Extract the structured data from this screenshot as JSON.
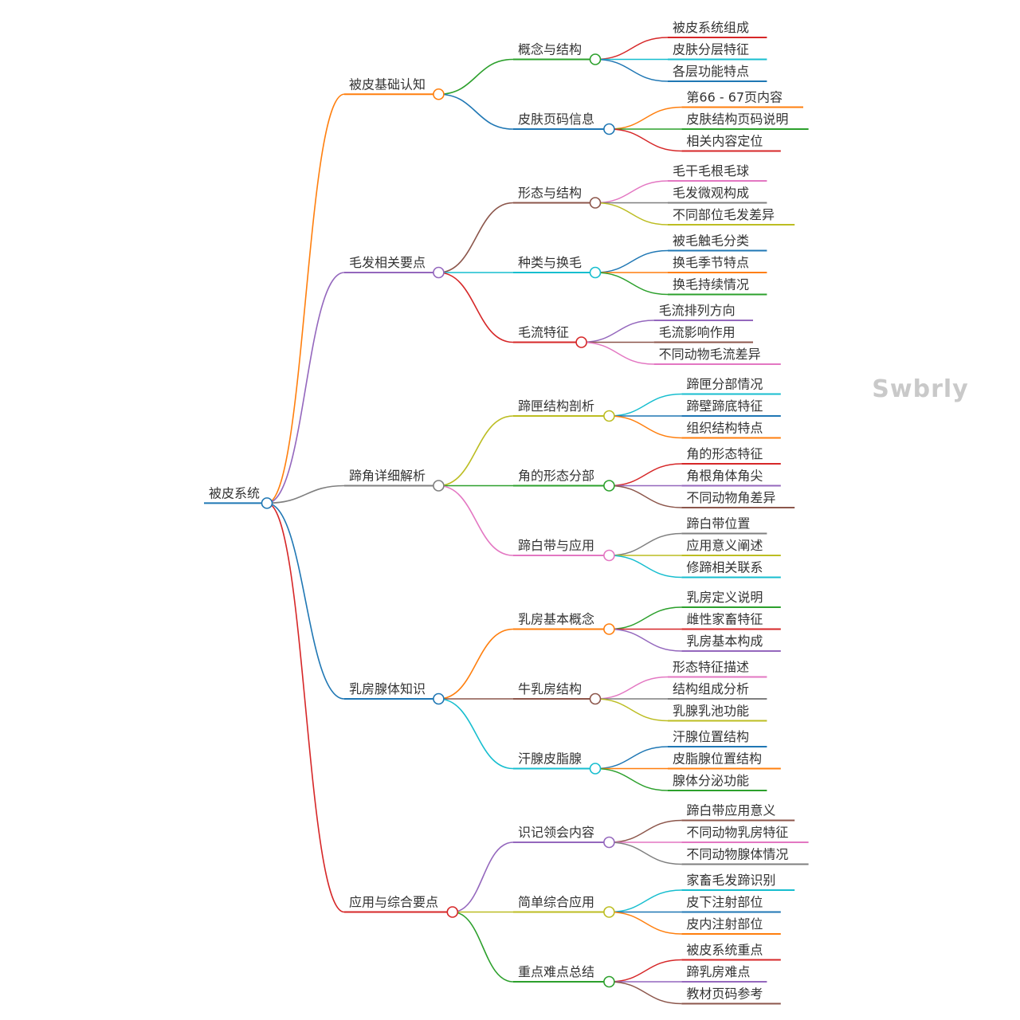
{
  "root": {
    "label": "被皮系统",
    "color": "#1f77b4"
  },
  "watermark": "Swbrly",
  "branches": [
    {
      "label": "被皮基础认知",
      "color": "#ff7f0e",
      "subs": [
        {
          "label": "概念与结构",
          "color": "#2ca02c",
          "leaves": [
            {
              "label": "被皮系统组成",
              "color": "#d62728"
            },
            {
              "label": "皮肤分层特征",
              "color": "#17becf"
            },
            {
              "label": "各层功能特点",
              "color": "#1f77b4"
            }
          ]
        },
        {
          "label": "皮肤页码信息",
          "color": "#1f77b4",
          "leaves": [
            {
              "label": "第66 - 67页内容",
              "color": "#ff7f0e"
            },
            {
              "label": "皮肤结构页码说明",
              "color": "#2ca02c"
            },
            {
              "label": "相关内容定位",
              "color": "#d62728"
            }
          ]
        }
      ]
    },
    {
      "label": "毛发相关要点",
      "color": "#9467bd",
      "subs": [
        {
          "label": "形态与结构",
          "color": "#8c564b",
          "leaves": [
            {
              "label": "毛干毛根毛球",
              "color": "#e377c2"
            },
            {
              "label": "毛发微观构成",
              "color": "#7f7f7f"
            },
            {
              "label": "不同部位毛发差异",
              "color": "#bcbd22"
            }
          ]
        },
        {
          "label": "种类与换毛",
          "color": "#17becf",
          "leaves": [
            {
              "label": "被毛触毛分类",
              "color": "#1f77b4"
            },
            {
              "label": "换毛季节特点",
              "color": "#ff7f0e"
            },
            {
              "label": "换毛持续情况",
              "color": "#2ca02c"
            }
          ]
        },
        {
          "label": "毛流特征",
          "color": "#d62728",
          "leaves": [
            {
              "label": "毛流排列方向",
              "color": "#9467bd"
            },
            {
              "label": "毛流影响作用",
              "color": "#8c564b"
            },
            {
              "label": "不同动物毛流差异",
              "color": "#e377c2"
            }
          ]
        }
      ]
    },
    {
      "label": "蹄角详细解析",
      "color": "#7f7f7f",
      "subs": [
        {
          "label": "蹄匣结构剖析",
          "color": "#bcbd22",
          "leaves": [
            {
              "label": "蹄匣分部情况",
              "color": "#17becf"
            },
            {
              "label": "蹄壁蹄底特征",
              "color": "#1f77b4"
            },
            {
              "label": "组织结构特点",
              "color": "#ff7f0e"
            }
          ]
        },
        {
          "label": "角的形态分部",
          "color": "#2ca02c",
          "leaves": [
            {
              "label": "角的形态特征",
              "color": "#d62728"
            },
            {
              "label": "角根角体角尖",
              "color": "#9467bd"
            },
            {
              "label": "不同动物角差异",
              "color": "#8c564b"
            }
          ]
        },
        {
          "label": "蹄白带与应用",
          "color": "#e377c2",
          "leaves": [
            {
              "label": "蹄白带位置",
              "color": "#7f7f7f"
            },
            {
              "label": "应用意义阐述",
              "color": "#bcbd22"
            },
            {
              "label": "修蹄相关联系",
              "color": "#17becf"
            }
          ]
        }
      ]
    },
    {
      "label": "乳房腺体知识",
      "color": "#1f77b4",
      "subs": [
        {
          "label": "乳房基本概念",
          "color": "#ff7f0e",
          "leaves": [
            {
              "label": "乳房定义说明",
              "color": "#2ca02c"
            },
            {
              "label": "雌性家畜特征",
              "color": "#d62728"
            },
            {
              "label": "乳房基本构成",
              "color": "#9467bd"
            }
          ]
        },
        {
          "label": "牛乳房结构",
          "color": "#8c564b",
          "leaves": [
            {
              "label": "形态特征描述",
              "color": "#e377c2"
            },
            {
              "label": "结构组成分析",
              "color": "#7f7f7f"
            },
            {
              "label": "乳腺乳池功能",
              "color": "#bcbd22"
            }
          ]
        },
        {
          "label": "汗腺皮脂腺",
          "color": "#17becf",
          "leaves": [
            {
              "label": "汗腺位置结构",
              "color": "#1f77b4"
            },
            {
              "label": "皮脂腺位置结构",
              "color": "#ff7f0e"
            },
            {
              "label": "腺体分泌功能",
              "color": "#2ca02c"
            }
          ]
        }
      ]
    },
    {
      "label": "应用与综合要点",
      "color": "#d62728",
      "subs": [
        {
          "label": "识记领会内容",
          "color": "#9467bd",
          "leaves": [
            {
              "label": "蹄白带应用意义",
              "color": "#8c564b"
            },
            {
              "label": "不同动物乳房特征",
              "color": "#e377c2"
            },
            {
              "label": "不同动物腺体情况",
              "color": "#7f7f7f"
            }
          ]
        },
        {
          "label": "简单综合应用",
          "color": "#bcbd22",
          "leaves": [
            {
              "label": "家畜毛发蹄识别",
              "color": "#17becf"
            },
            {
              "label": "皮下注射部位",
              "color": "#1f77b4"
            },
            {
              "label": "皮内注射部位",
              "color": "#ff7f0e"
            }
          ]
        },
        {
          "label": "重点难点总结",
          "color": "#2ca02c",
          "leaves": [
            {
              "label": "被皮系统重点",
              "color": "#d62728"
            },
            {
              "label": "蹄乳房难点",
              "color": "#9467bd"
            },
            {
              "label": "教材页码参考",
              "color": "#8c564b"
            }
          ]
        }
      ]
    }
  ]
}
